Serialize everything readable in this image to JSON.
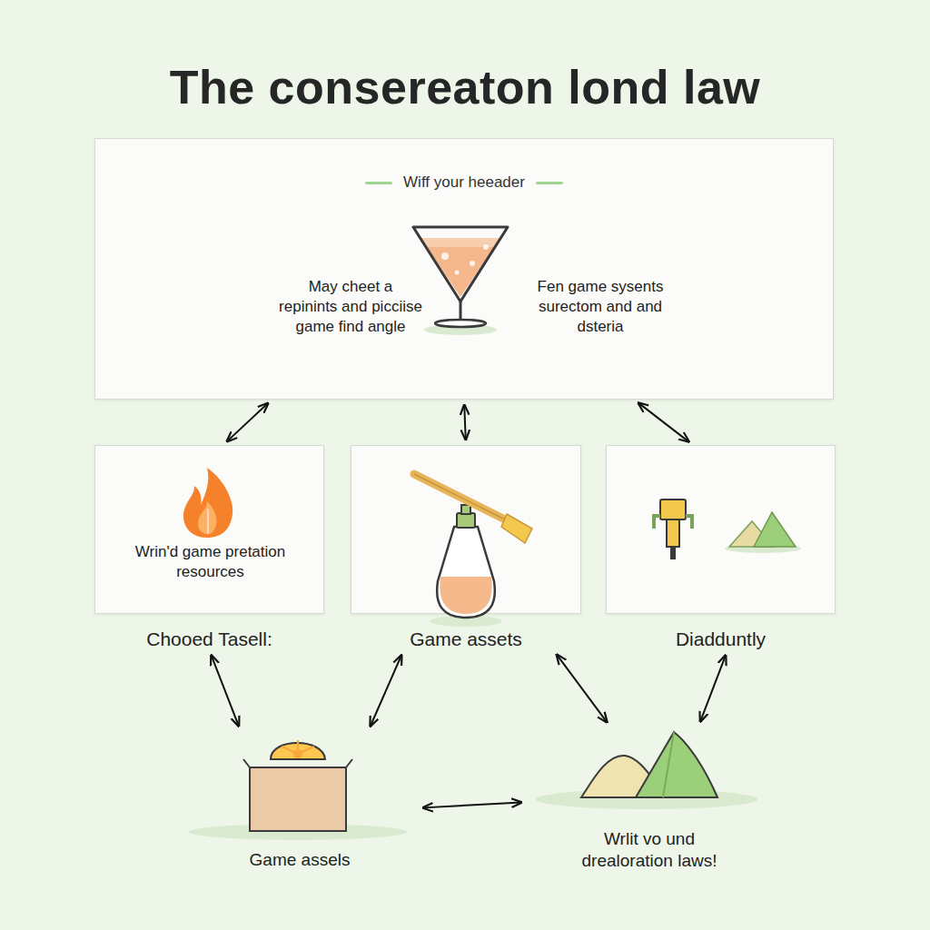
{
  "diagram": {
    "title": "The consereaton lond law",
    "nodes": [
      {
        "text": [
          "Wiff your heeader",
          "May cheet a repinints and picciise game find angle",
          "Fen game sysents surectom and and dsteria"
        ]
      },
      {
        "text": [
          "Wrin'd game pretation resources",
          "Chooed Tasell:"
        ]
      },
      {
        "text": [
          "Game assets"
        ]
      },
      {
        "text": [
          "Diadduntly"
        ]
      },
      {
        "text": [
          "Game assels"
        ]
      },
      {
        "text": [
          "Wrlit vo und drealoration laws!"
        ]
      }
    ],
    "edges": [
      {
        "from": 0,
        "to": 1,
        "arrow": "both"
      },
      {
        "from": 0,
        "to": 2,
        "arrow": "both"
      },
      {
        "from": 0,
        "to": 3,
        "arrow": "both"
      },
      {
        "from": 1,
        "to": 4,
        "arrow": "both"
      },
      {
        "from": 2,
        "to": 4,
        "arrow": "both"
      },
      {
        "from": 2,
        "to": 5,
        "arrow": "both"
      },
      {
        "from": 3,
        "to": 5,
        "arrow": "both"
      },
      {
        "from": 4,
        "to": 5,
        "arrow": "both"
      }
    ]
  }
}
